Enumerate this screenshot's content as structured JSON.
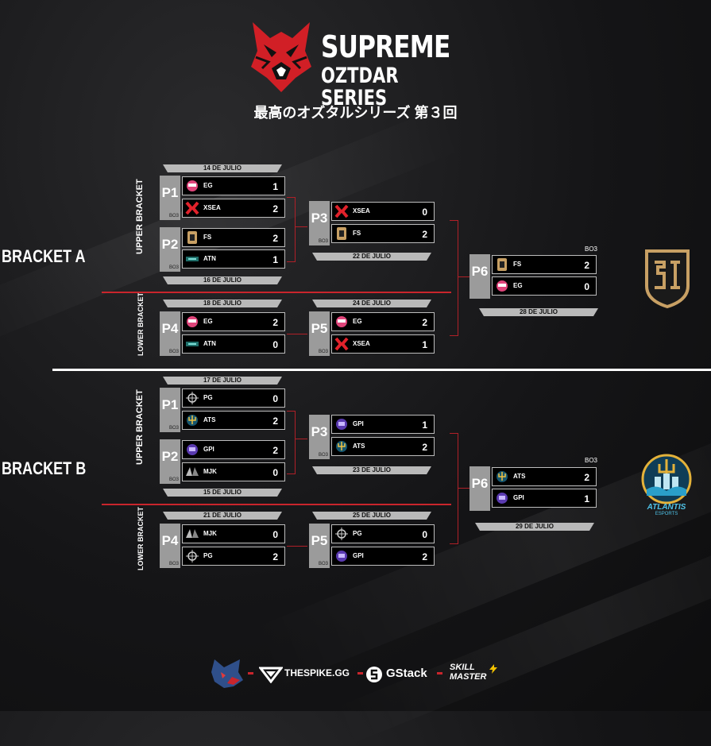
{
  "header": {
    "title": "SUPREME",
    "subtitle": "OZTDAR SERIES",
    "jp_title": "最高のオズタルシリーズ 第３回"
  },
  "colors": {
    "accent": "#c9252c",
    "panel": "#9b9b9b",
    "date_bar": "#b9b9b9"
  },
  "bracket_a": {
    "label": "BRACKET A",
    "upper_label": "UPPER BRACKET",
    "lower_label": "LOWER BRACKET",
    "matches": {
      "p1": {
        "code": "P1",
        "bo": "BO3",
        "date": "14 DE JULIO",
        "t1": {
          "name": "EG",
          "score": "1"
        },
        "t2": {
          "name": "XSEA",
          "score": "2"
        }
      },
      "p2": {
        "code": "P2",
        "bo": "BO3",
        "date": "16 DE JULIO",
        "t1": {
          "name": "FS",
          "score": "2"
        },
        "t2": {
          "name": "ATN",
          "score": "1"
        }
      },
      "p3": {
        "code": "P3",
        "bo": "BO3",
        "date": "22 DE JULIO",
        "t1": {
          "name": "XSEA",
          "score": "0"
        },
        "t2": {
          "name": "FS",
          "score": "2"
        }
      },
      "p4": {
        "code": "P4",
        "bo": "BO3",
        "date": "18 DE JULIO",
        "t1": {
          "name": "EG",
          "score": "2"
        },
        "t2": {
          "name": "ATN",
          "score": "0"
        }
      },
      "p5": {
        "code": "P5",
        "bo": "BO3",
        "date": "24 DE JULIO",
        "t1": {
          "name": "EG",
          "score": "2"
        },
        "t2": {
          "name": "XSEA",
          "score": "1"
        }
      },
      "p6": {
        "code": "P6",
        "bo": "BO3",
        "date": "28 DE JULIO",
        "t1": {
          "name": "FS",
          "score": "2"
        },
        "t2": {
          "name": "EG",
          "score": "0"
        }
      }
    }
  },
  "bracket_b": {
    "label": "BRACKET B",
    "upper_label": "UPPER BRACKET",
    "lower_label": "LOWER BRACKET",
    "matches": {
      "p1": {
        "code": "P1",
        "bo": "BO3",
        "date": "17 DE JULIO",
        "t1": {
          "name": "PG",
          "score": "0"
        },
        "t2": {
          "name": "ATS",
          "score": "2"
        }
      },
      "p2": {
        "code": "P2",
        "bo": "BO3",
        "date": "15 DE JULIO",
        "t1": {
          "name": "GPI",
          "score": "2"
        },
        "t2": {
          "name": "MJK",
          "score": "0"
        }
      },
      "p3": {
        "code": "P3",
        "bo": "BO3",
        "date": "23 DE JULIO",
        "t1": {
          "name": "GPI",
          "score": "1"
        },
        "t2": {
          "name": "ATS",
          "score": "2"
        }
      },
      "p4": {
        "code": "P4",
        "bo": "BO3",
        "date": "21 DE JULIO",
        "t1": {
          "name": "MJK",
          "score": "0"
        },
        "t2": {
          "name": "PG",
          "score": "2"
        }
      },
      "p5": {
        "code": "P5",
        "bo": "BO3",
        "date": "25 DE JULIO",
        "t1": {
          "name": "PG",
          "score": "0"
        },
        "t2": {
          "name": "GPI",
          "score": "2"
        }
      },
      "p6": {
        "code": "P6",
        "bo": "BO3",
        "date": "29 DE JULIO",
        "t1": {
          "name": "ATS",
          "score": "2"
        },
        "t2": {
          "name": "GPI",
          "score": "1"
        }
      }
    }
  },
  "winners": {
    "a_logo": "fs-crest-icon",
    "b_logo": "atlantis-esports-logo",
    "b_logo_text": "ATLANTIS",
    "b_logo_sub": "ESPORTS"
  },
  "sponsors": {
    "thespike": "THESPIKE.GG",
    "gstack": "GStack",
    "skill": "SKILL",
    "master": "MASTER"
  }
}
